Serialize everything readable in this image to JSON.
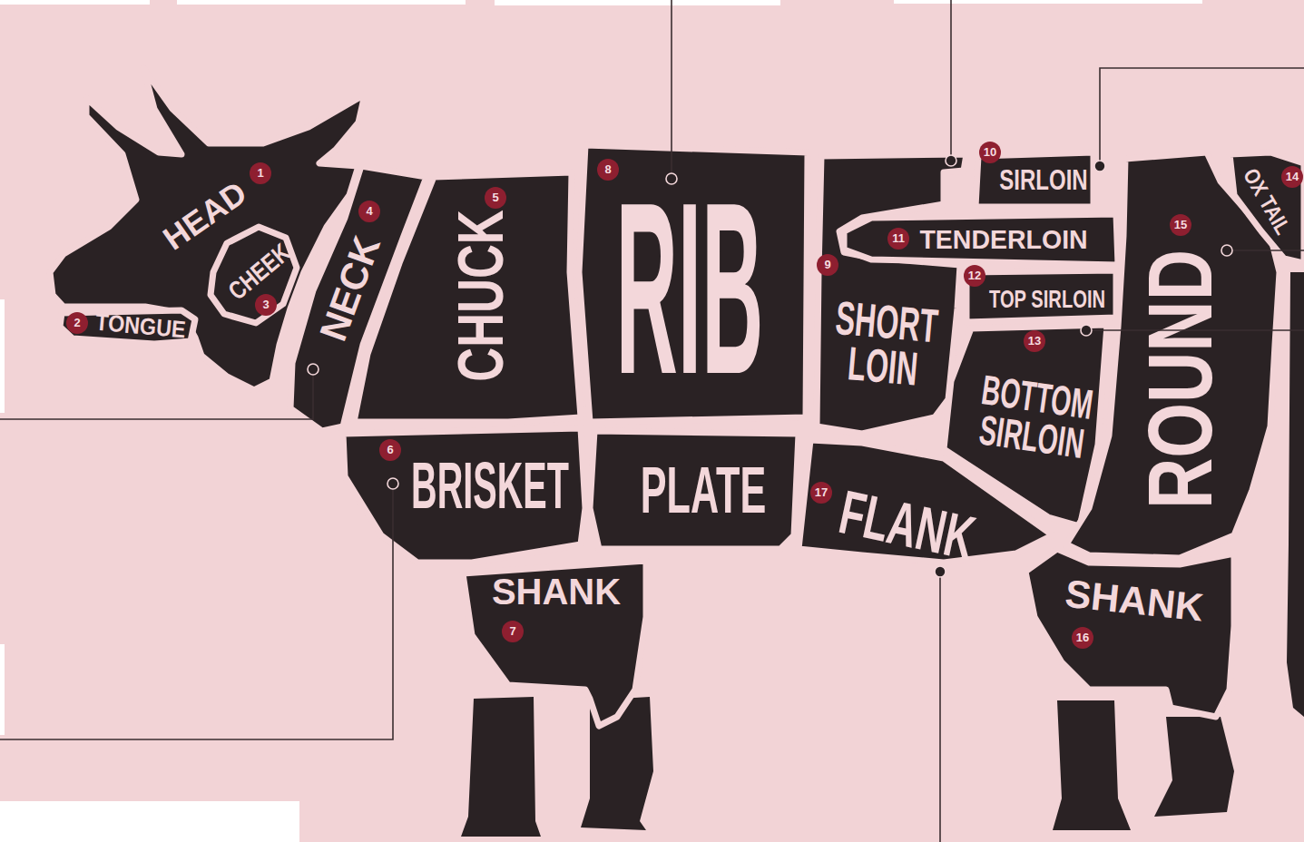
{
  "diagram": {
    "nodes": [
      {
        "text": [
          "HEAD",
          "1"
        ]
      },
      {
        "text": [
          "TONGUE",
          "2"
        ]
      },
      {
        "text": [
          "CHEEK",
          "3"
        ],
        "in": 0
      },
      {
        "text": [
          "NECK",
          "4"
        ]
      },
      {
        "text": [
          "CHUCK",
          "5"
        ]
      },
      {
        "text": [
          "RIB",
          "8"
        ]
      },
      {
        "text": [
          "SHORT LOIN",
          "9"
        ]
      },
      {
        "text": [
          "SIRLOIN",
          "10"
        ]
      },
      {
        "text": [
          "TENDERLOIN",
          "11"
        ]
      },
      {
        "text": [
          "TOP SIRLOIN",
          "12"
        ]
      },
      {
        "text": [
          "BOTTOM SIRLOIN",
          "13"
        ]
      },
      {
        "text": [
          "ROUND",
          "15"
        ]
      },
      {
        "text": [
          "OX TAIL",
          "14"
        ]
      },
      {
        "text": [
          "BRISKET",
          "6"
        ]
      },
      {
        "text": [
          "PLATE"
        ]
      },
      {
        "text": [
          "FLANK",
          "17"
        ]
      },
      {
        "text": [
          "SHANK",
          "7"
        ]
      },
      {
        "text": [
          "SHANK",
          "16"
        ]
      }
    ]
  }
}
